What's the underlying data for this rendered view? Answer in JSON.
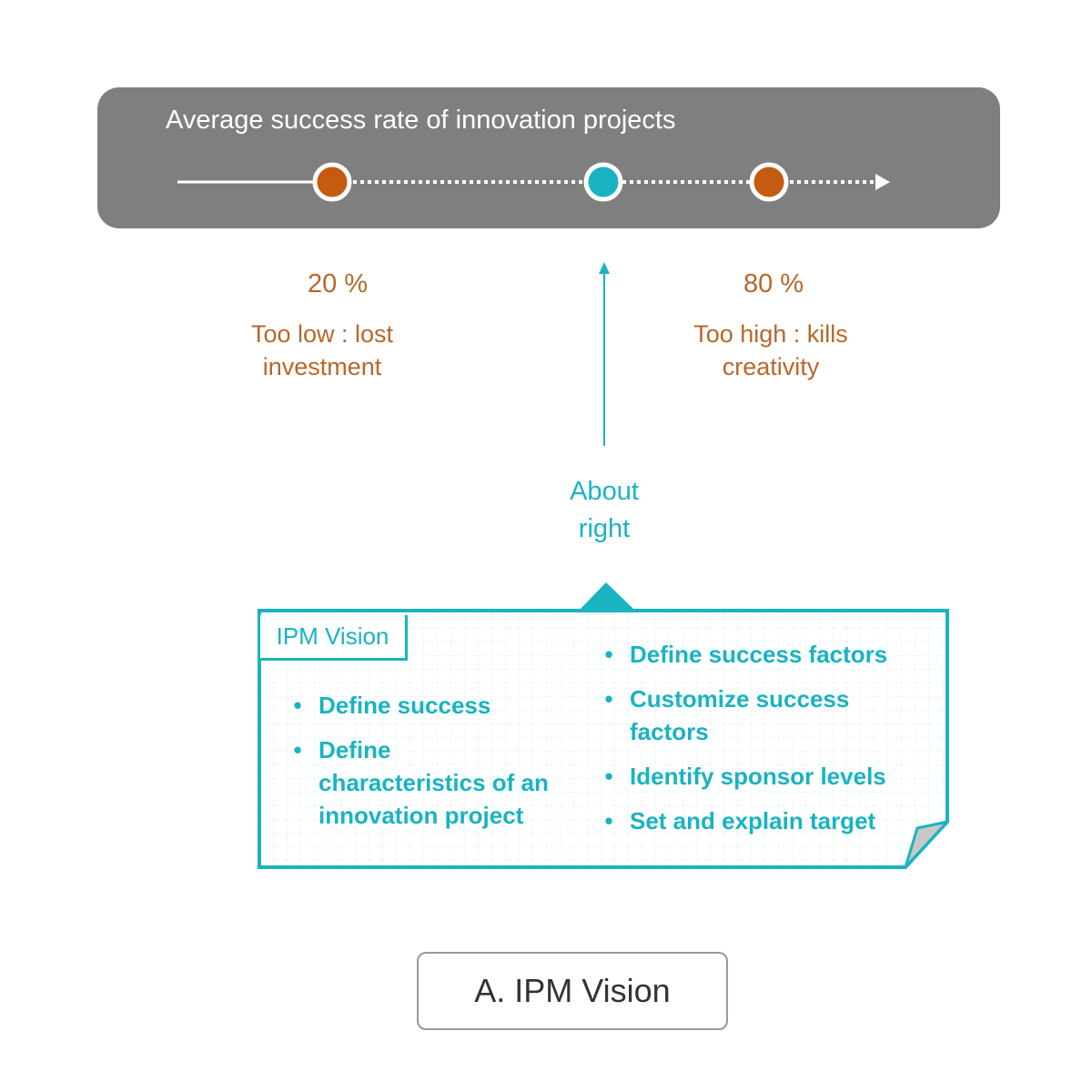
{
  "banner": {
    "title": "Average success rate of innovation projects"
  },
  "markers": [
    {
      "id": "low",
      "value_label": "20 %",
      "description": "Too low : lost investment",
      "color": "#c55a11"
    },
    {
      "id": "target",
      "color": "#1ab3c1"
    },
    {
      "id": "high",
      "value_label": "80 %",
      "description": "Too high : kills creativity",
      "color": "#c55a11"
    }
  ],
  "target": {
    "label_line1": "About",
    "label_line2": "right"
  },
  "card": {
    "label": "IPM Vision",
    "left_items": [
      "Define success",
      "Define characteristics of an innovation project"
    ],
    "right_items": [
      "Define success factors",
      "Customize success factors",
      "Identify sponsor levels",
      "Set and explain target"
    ]
  },
  "footer": {
    "label": "A. IPM Vision"
  },
  "colors": {
    "banner_bg": "#7f7f7f",
    "accent_orange": "#c55a11",
    "text_orange": "#b8672a",
    "teal": "#1ab3c1"
  }
}
